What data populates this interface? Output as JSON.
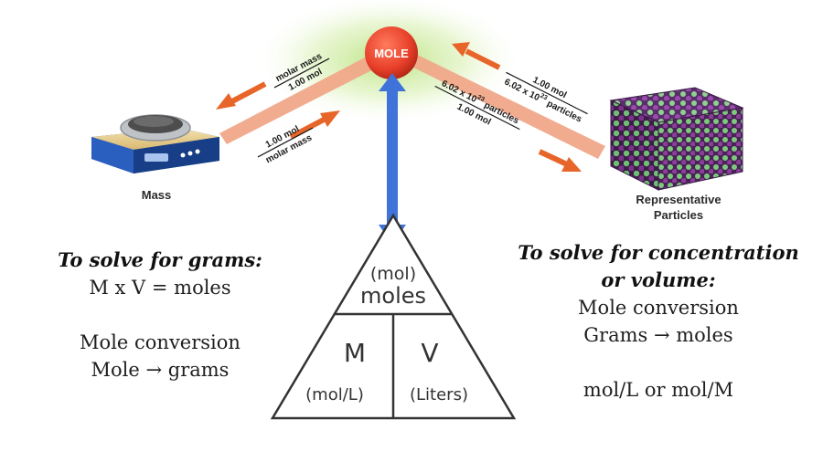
{
  "nodes": {
    "mole": "MOLE",
    "mass": "Mass",
    "particles_line1": "Representative",
    "particles_line2": "Particles"
  },
  "arrows": {
    "mole_to_mass": {
      "numerator": "molar mass",
      "denominator": "1.00 mol"
    },
    "mass_to_mole": {
      "numerator": "1.00 mol",
      "denominator": "molar mass"
    },
    "particles_to_mole": {
      "numerator": "1.00 mol",
      "denominator": "6.02 x 10",
      "denominator_exp": "23",
      "denominator_unit": " particles"
    },
    "mole_to_particles": {
      "numerator": "6.02 x 10",
      "numerator_exp": "23",
      "numerator_unit": " particles",
      "denominator": "1.00 mol"
    }
  },
  "triangle": {
    "top_unit": "(mol)",
    "top_label": "moles",
    "left_symbol": "M",
    "left_unit": "(mol/L)",
    "right_symbol": "V",
    "right_unit": "(Liters)"
  },
  "left_panel": {
    "heading": "To solve for grams:",
    "formula": "M x V = moles",
    "line1": "Mole conversion",
    "line2": "Mole → grams"
  },
  "right_panel": {
    "heading_line1": "To solve for concentration",
    "heading_line2": "or volume:",
    "line1": "Mole conversion",
    "line2": "Grams → moles",
    "line3": "mol/L or mol/M"
  },
  "colors": {
    "mole_node": "#e8402a",
    "glow": "#b7e27a",
    "bar": "#f0a889",
    "arrow": "#e8652a",
    "vertical_arrow": "#3f73d9",
    "particle_a": "#7fc97f",
    "particle_b": "#8a3f98"
  }
}
